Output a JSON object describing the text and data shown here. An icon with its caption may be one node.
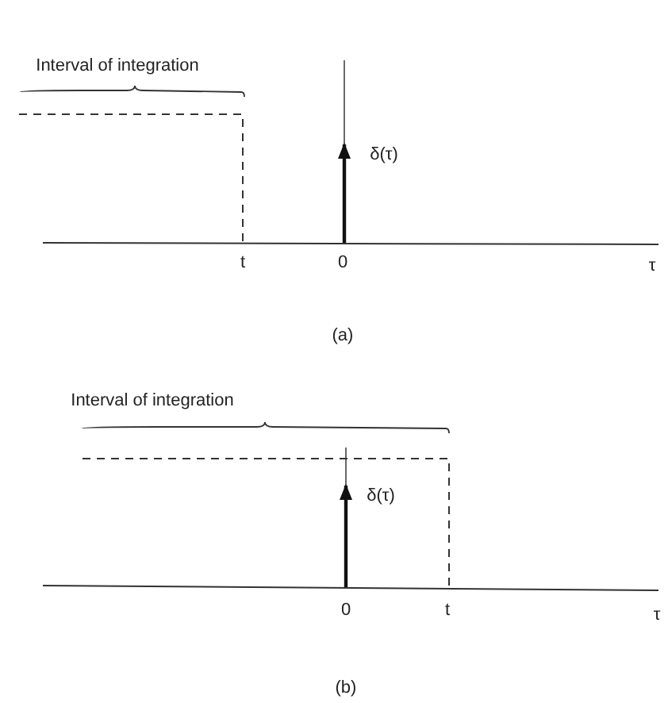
{
  "diagram": {
    "labels": [
      "Interval of integration",
      "δ(τ)",
      "t",
      "0",
      "τ",
      "(a)",
      "Interval of integration",
      "δ(τ)",
      "0",
      "t",
      "τ",
      "(b)"
    ]
  }
}
